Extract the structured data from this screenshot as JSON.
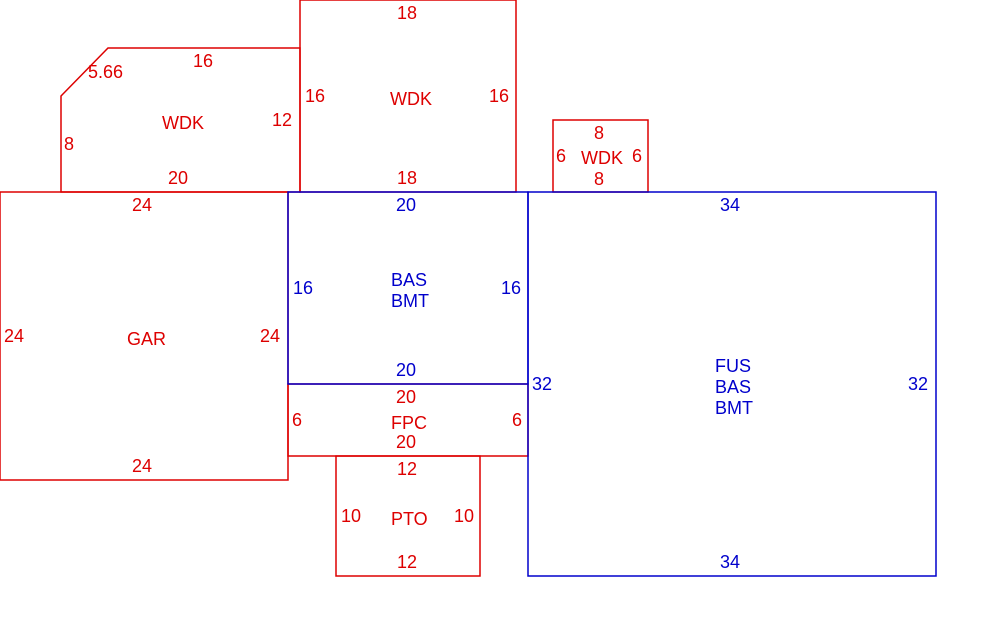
{
  "colors": {
    "red": "#dd0000",
    "blue": "#0000cc"
  },
  "areas": [
    {
      "id": "wdk-left",
      "color": "red",
      "name": [
        "WDK"
      ],
      "dims": [
        "5.66",
        "16",
        "12",
        "20",
        "8"
      ]
    },
    {
      "id": "wdk-top",
      "color": "red",
      "name": [
        "WDK"
      ],
      "dims": [
        "18",
        "16",
        "16",
        "18"
      ]
    },
    {
      "id": "wdk-small",
      "color": "red",
      "name": [
        "WDK"
      ],
      "dims": [
        "8",
        "6",
        "6",
        "8"
      ]
    },
    {
      "id": "gar",
      "color": "red",
      "name": [
        "GAR"
      ],
      "dims": [
        "24",
        "24",
        "24",
        "24"
      ]
    },
    {
      "id": "bas",
      "color": "blue",
      "name": [
        "BAS",
        "BMT"
      ],
      "dims": [
        "20",
        "16",
        "16",
        "20"
      ]
    },
    {
      "id": "fpc",
      "color": "red",
      "name": [
        "FPC"
      ],
      "dims": [
        "20",
        "6",
        "6",
        "20"
      ]
    },
    {
      "id": "pto",
      "color": "red",
      "name": [
        "PTO"
      ],
      "dims": [
        "12",
        "10",
        "10",
        "12"
      ]
    },
    {
      "id": "fus",
      "color": "blue",
      "name": [
        "FUS",
        "BAS",
        "BMT"
      ],
      "dims": [
        "34",
        "32",
        "32",
        "34"
      ]
    }
  ]
}
